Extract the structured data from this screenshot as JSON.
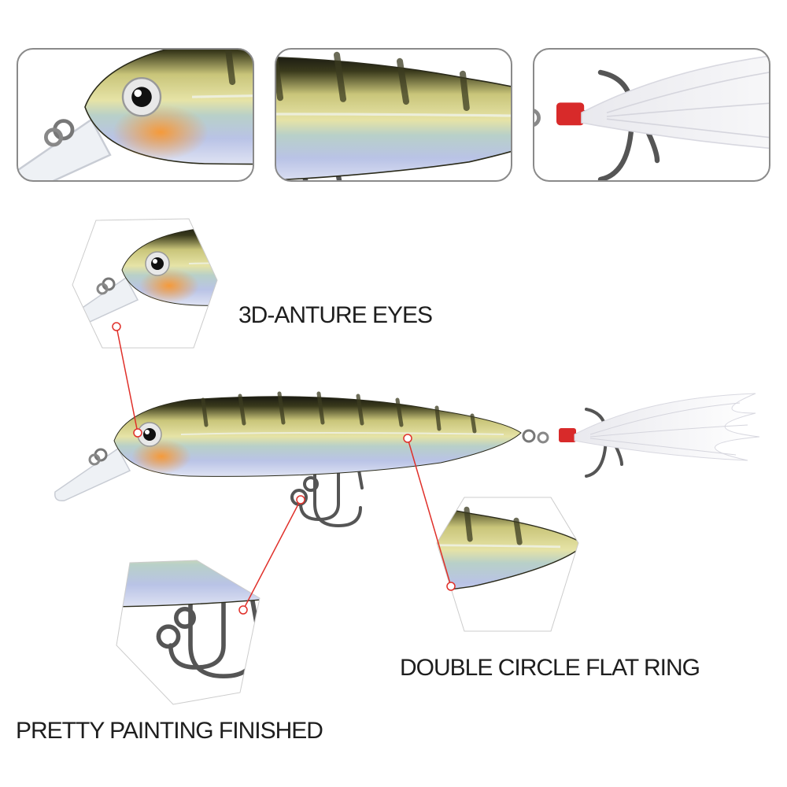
{
  "labels": {
    "eyes": "3D-ANTURE EYES",
    "ring": "DOUBLE CIRCLE FLAT RING",
    "painting": "PRETTY PAINTING FINISHED"
  },
  "colors": {
    "callout_line": "#e0302a",
    "label_text": "#1e1e1e",
    "frame_border": "#8a8a8a"
  },
  "icons": [
    "fishing-lure",
    "treble-hook",
    "feather-tail"
  ]
}
